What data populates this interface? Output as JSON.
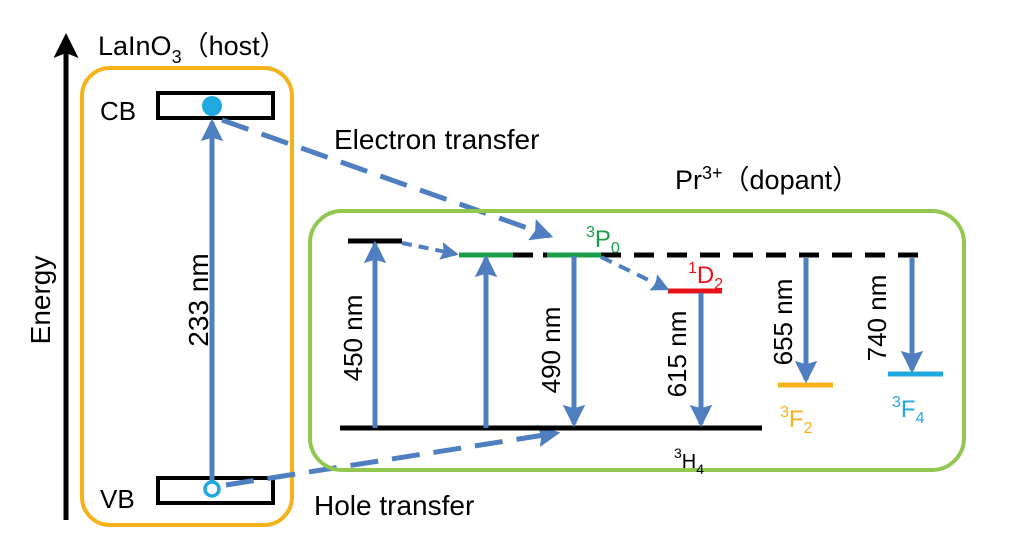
{
  "host": {
    "name": "LaInO",
    "sub": "3",
    "suffix": "（host）",
    "cb": "CB",
    "vb": "VB",
    "gap": "233 nm"
  },
  "axis": {
    "label": "Energy"
  },
  "transfers": {
    "electron": "Electron transfer",
    "hole": "Hole transfer"
  },
  "dopant": {
    "name": "Pr",
    "sup": "3+",
    "suffix": "（dopant）"
  },
  "levels": {
    "p0": {
      "sup": "3",
      "main": "P",
      "sub": "0"
    },
    "d2": {
      "sup": "1",
      "main": "D",
      "sub": "2"
    },
    "h4": {
      "sup": "3",
      "main": "H",
      "sub": "4"
    },
    "f2": {
      "sup": "3",
      "main": "F",
      "sub": "2"
    },
    "f4": {
      "sup": "3",
      "main": "F",
      "sub": "4"
    }
  },
  "transitions": {
    "t450": "450 nm",
    "t490": "490 nm",
    "t615": "615 nm",
    "t655": "655 nm",
    "t740": "740 nm"
  },
  "colors": {
    "arrow": "#4f7fc0",
    "host_box": "#f5b21a",
    "dopant_box": "#92c850",
    "p0": "#1ba04a",
    "d2": "#e8141b",
    "f2": "#f5b21a",
    "f4": "#1fa9e0",
    "electron": "#1fa9e0"
  }
}
